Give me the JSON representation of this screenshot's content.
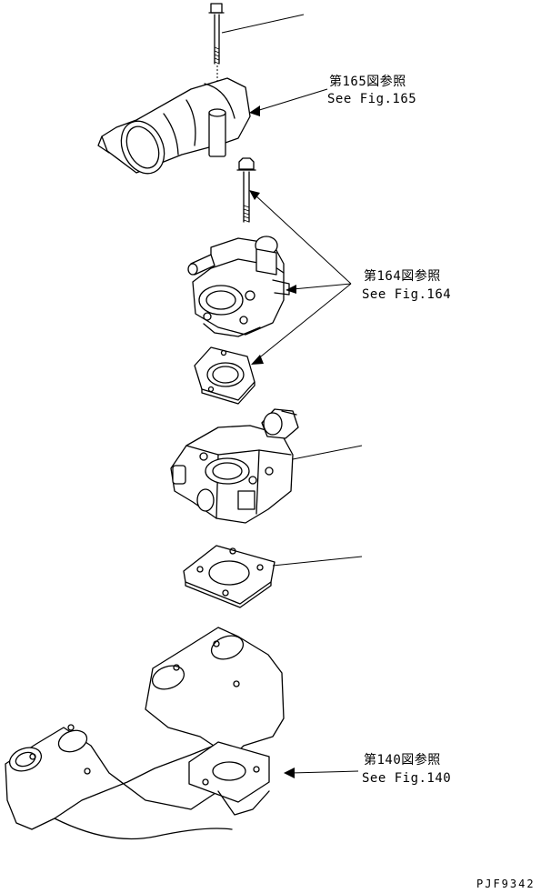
{
  "callouts": [
    {
      "ja": "第165図参照",
      "en": "See Fig.165"
    },
    {
      "ja": "第164図参照",
      "en": "See Fig.164"
    },
    {
      "ja": "第140図参照",
      "en": "See Fig.140"
    }
  ],
  "drawing_code": "PJF9342"
}
